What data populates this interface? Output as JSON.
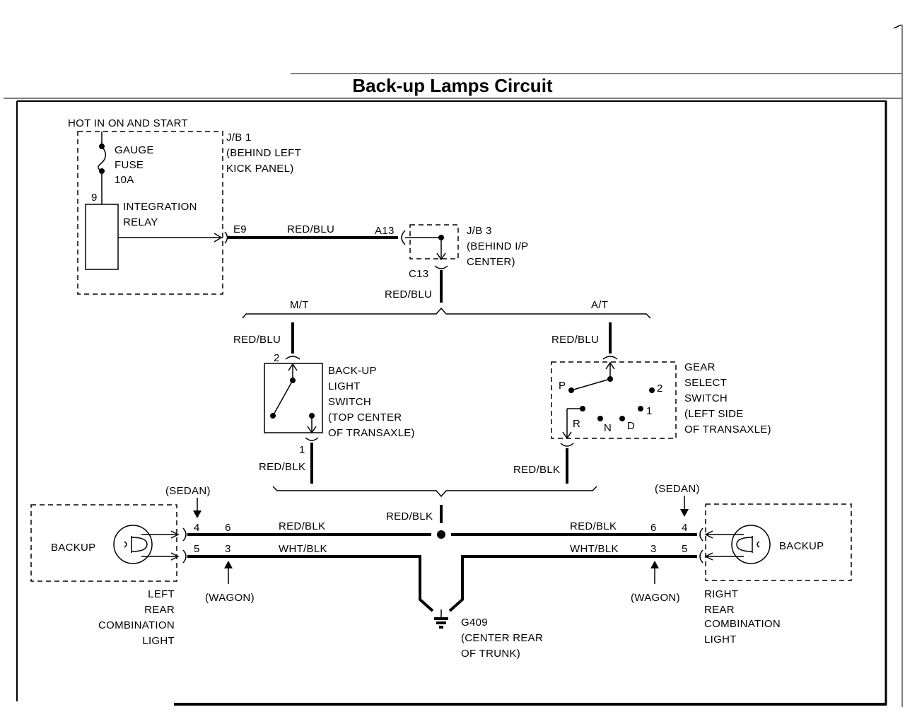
{
  "title": "Back-up Lamps Circuit",
  "power": {
    "hot_label": "HOT IN ON AND START",
    "fuse_lines": [
      "GAUGE",
      "FUSE",
      "10A"
    ],
    "pin_9": "9",
    "relay_lines": [
      "INTEGRATION",
      "RELAY"
    ],
    "jb1_lines": [
      "J/B 1",
      "(BEHIND LEFT",
      "KICK PANEL)"
    ],
    "conn_e9": "E9",
    "wire_top": "RED/BLU",
    "conn_a13": "A13",
    "jb3_lines": [
      "J/B 3",
      "(BEHIND I/P",
      "CENTER)"
    ],
    "conn_c13": "C13",
    "wire_down": "RED/BLU"
  },
  "branch": {
    "mt_label": "M/T",
    "at_label": "A/T",
    "mt_wire_in": "RED/BLU",
    "at_wire_in": "RED/BLU"
  },
  "backup_switch": {
    "pin_2": "2",
    "pin_1": "1",
    "lines": [
      "BACK-UP",
      "LIGHT",
      "SWITCH",
      "(TOP CENTER",
      "OF TRANSAXLE)"
    ],
    "wire_out": "RED/BLK"
  },
  "gear_switch": {
    "lines": [
      "GEAR",
      "SELECT",
      "SWITCH",
      "(LEFT SIDE",
      "OF TRANSAXLE)"
    ],
    "pos_p": "P",
    "pos_r": "R",
    "pos_n": "N",
    "pos_d": "D",
    "pos_2": "2",
    "pos_1": "1",
    "wire_out": "RED/BLK"
  },
  "bus": {
    "center_wire": "RED/BLK"
  },
  "left_light": {
    "lamp": "BACKUP",
    "sedan": "(SEDAN)",
    "wagon": "(WAGON)",
    "pin_4": "4",
    "pin_5": "5",
    "pin_6": "6",
    "pin_3": "3",
    "wire_upper": "RED/BLK",
    "wire_lower": "WHT/BLK",
    "name_lines": [
      "LEFT",
      "REAR",
      "COMBINATION",
      "LIGHT"
    ]
  },
  "right_light": {
    "lamp": "BACKUP",
    "sedan": "(SEDAN)",
    "wagon": "(WAGON)",
    "pin_6": "6",
    "pin_4": "4",
    "pin_3": "3",
    "pin_5": "5",
    "wire_upper": "RED/BLK",
    "wire_lower": "WHT/BLK",
    "name_lines": [
      "RIGHT",
      "REAR",
      "COMBINATION",
      "LIGHT"
    ]
  },
  "ground": {
    "lines": [
      "G409",
      "(CENTER REAR",
      "OF TRUNK)"
    ]
  }
}
